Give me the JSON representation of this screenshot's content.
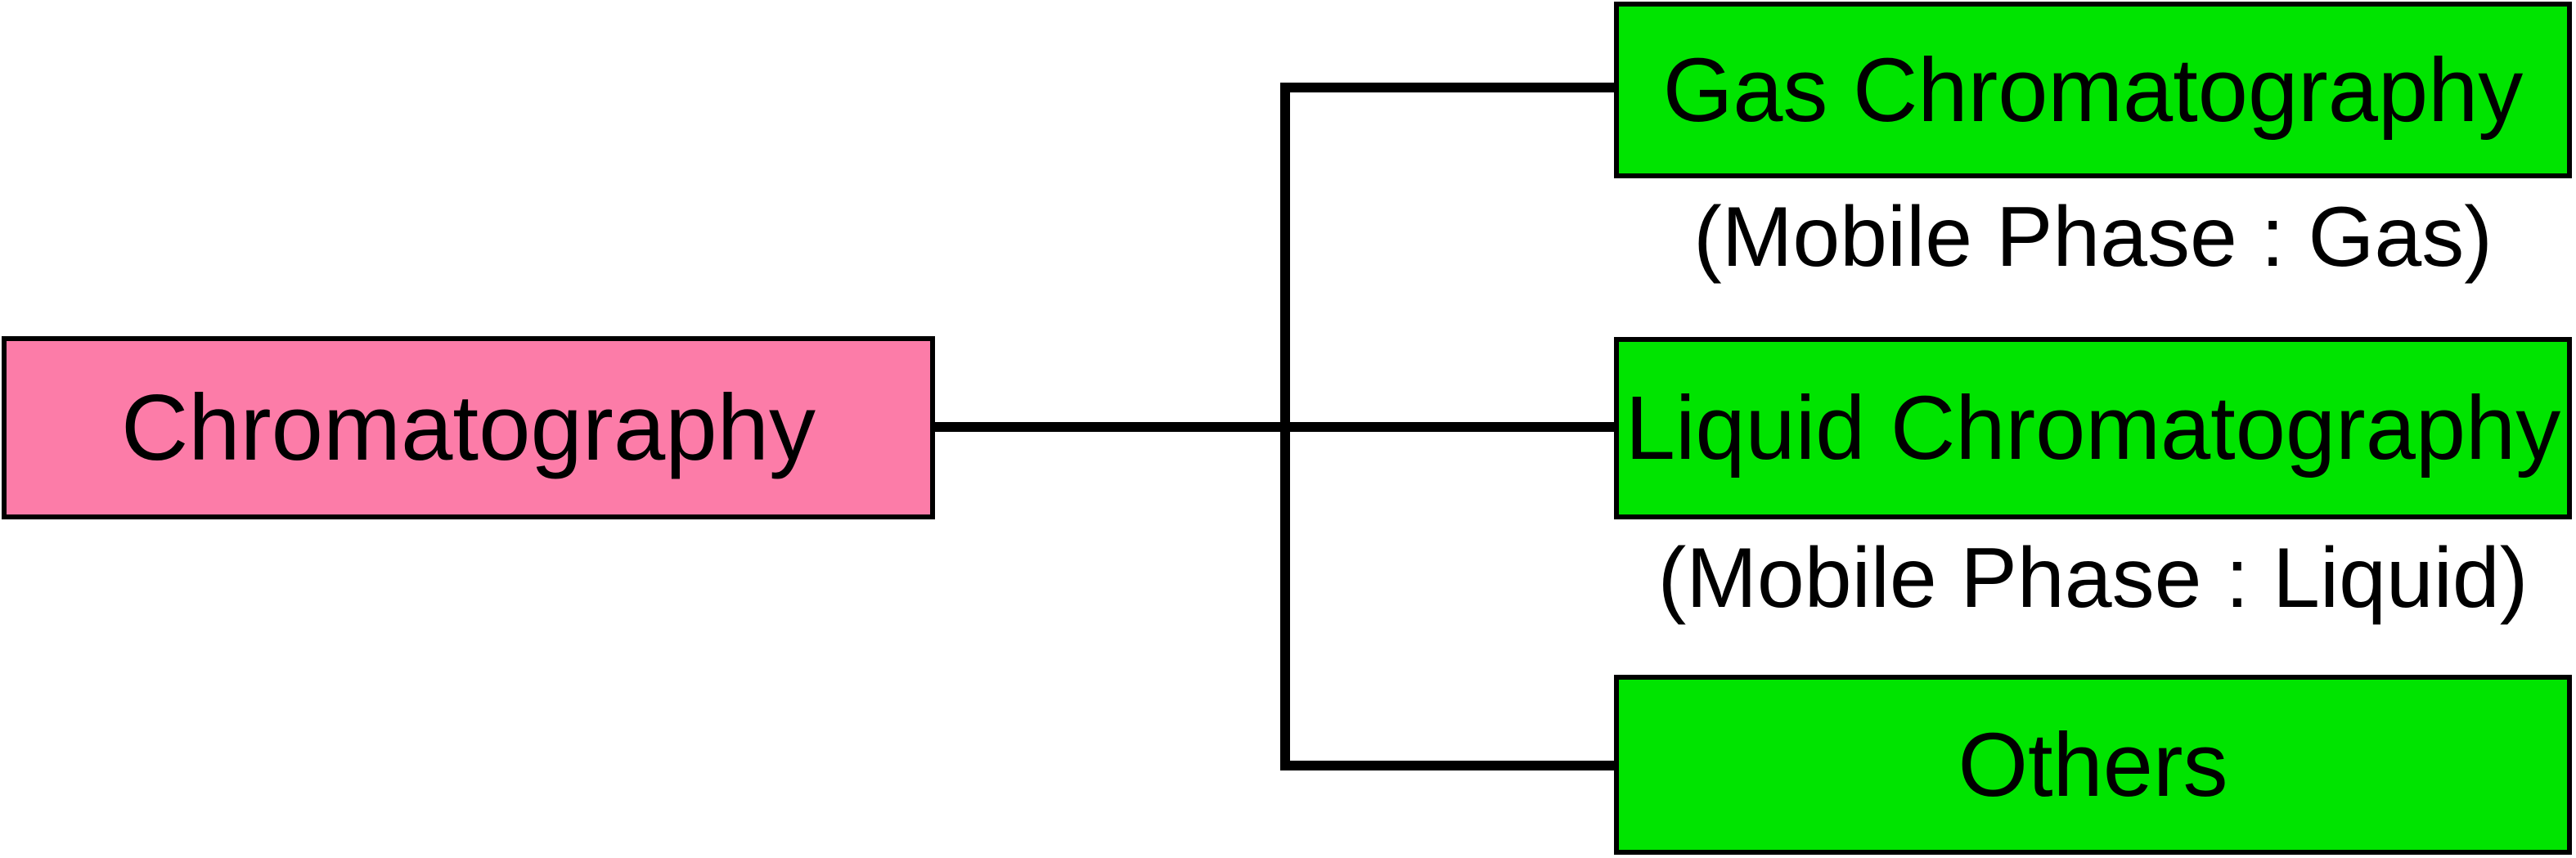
{
  "diagram": {
    "root": {
      "label": "Chromatography"
    },
    "branches": [
      {
        "id": "gas",
        "label": "Gas Chromatography",
        "caption": "(Mobile Phase : Gas)"
      },
      {
        "id": "liquid",
        "label": "Liquid Chromatography",
        "caption": "(Mobile Phase : Liquid)"
      },
      {
        "id": "others",
        "label": "Others",
        "caption": ""
      }
    ],
    "colors": {
      "root_fill": "#FC7CA8",
      "branch_fill": "#00E400",
      "outline": "#000000",
      "connector": "#000000",
      "text": "#000000",
      "background": "#FFFFFF"
    }
  }
}
